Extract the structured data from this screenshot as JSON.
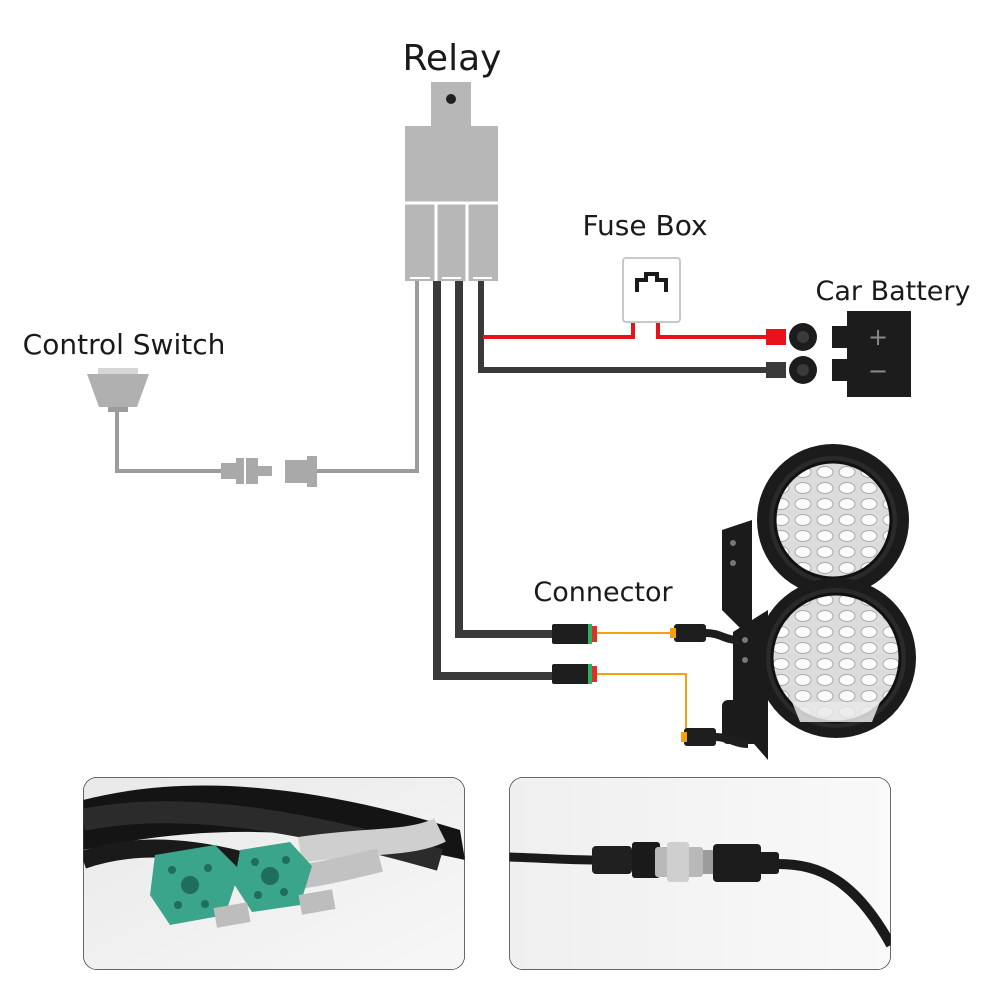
{
  "labels": {
    "relay": "Relay",
    "fuse_box": "Fuse Box",
    "car_battery": "Car Battery",
    "control_switch": "Control Switch",
    "connector": "Connector"
  },
  "battery": {
    "plus": "+",
    "minus": "−"
  },
  "colors": {
    "relay_gray": "#b7b7b7",
    "wire_gray": "#9c9c9c",
    "wire_dark": "#3a3a3a",
    "wire_red": "#e8111c",
    "wire_orange": "#f2a30f",
    "battery_black": "#1c1c1c",
    "lamp_black": "#1b1b1b",
    "connector_green": "#2fae62",
    "connector_red": "#d9322b"
  }
}
